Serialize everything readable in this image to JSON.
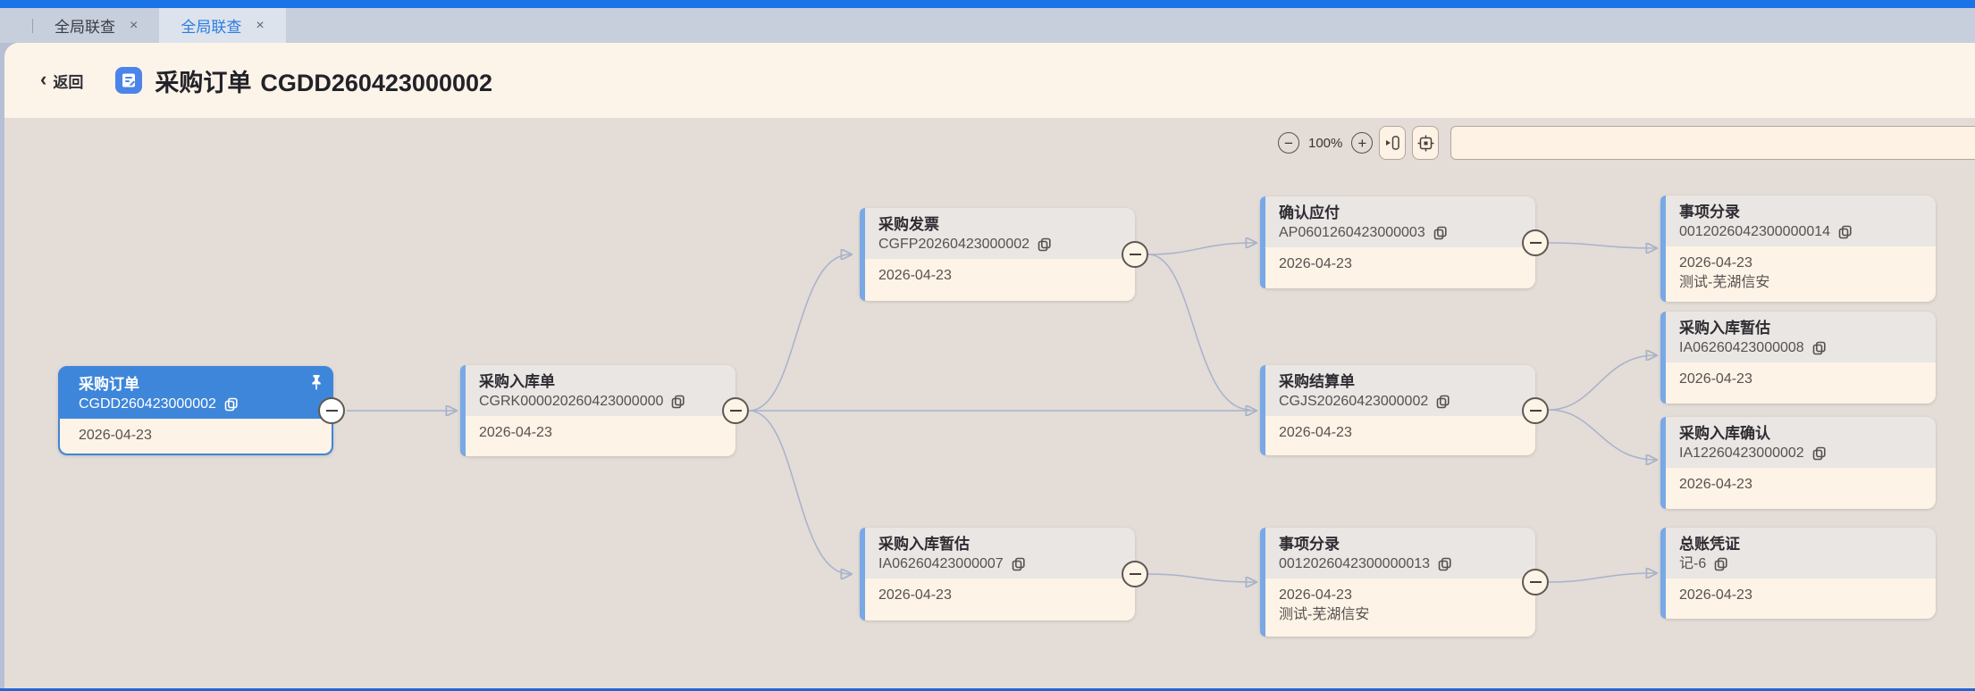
{
  "tabs": [
    {
      "label": "全局联查",
      "close": "×",
      "active": false
    },
    {
      "label": "全局联查",
      "close": "×",
      "active": true
    }
  ],
  "header": {
    "back_chevron": "‹",
    "back": "返回",
    "doc_type": "采购订单",
    "doc_number": "CGDD260423000002"
  },
  "toolbar": {
    "zoom_out": "−",
    "zoom_level": "100%",
    "zoom_in": "+",
    "search_value": ""
  },
  "colors": {
    "accent_blue": "#3e86da",
    "top_bar": "#1a74e8",
    "canvas_bg": "#e3dcd7",
    "node_body": "#fdf3e6",
    "node_header": "#e9e6e3",
    "edge": "#a8b2ca"
  },
  "nodes": [
    {
      "title": "采购订单",
      "number": "CGDD260423000002",
      "date": "2026-04-23",
      "pinned": true
    },
    {
      "title": "采购入库单",
      "number": "CGRK000020260423000000",
      "date": "2026-04-23"
    },
    {
      "title": "采购发票",
      "number": "CGFP20260423000002",
      "date": "2026-04-23"
    },
    {
      "title": "确认应付",
      "number": "AP0601260423000003",
      "date": "2026-04-23"
    },
    {
      "title": "事项分录",
      "number": "0012026042300000014",
      "date": "2026-04-23",
      "extra": "测试-芜湖信安"
    },
    {
      "title": "采购结算单",
      "number": "CGJS20260423000002",
      "date": "2026-04-23"
    },
    {
      "title": "采购入库暂估",
      "number": "IA06260423000008",
      "date": "2026-04-23"
    },
    {
      "title": "采购入库确认",
      "number": "IA12260423000002",
      "date": "2026-04-23"
    },
    {
      "title": "采购入库暂估",
      "number": "IA06260423000007",
      "date": "2026-04-23"
    },
    {
      "title": "事项分录",
      "number": "0012026042300000013",
      "date": "2026-04-23",
      "extra": "测试-芜湖信安"
    },
    {
      "title": "总账凭证",
      "number": "记-6",
      "date": "2026-04-23"
    }
  ],
  "connections": [
    {
      "from": 0,
      "to": 1
    },
    {
      "from": 1,
      "to": 2
    },
    {
      "from": 1,
      "to": 5
    },
    {
      "from": 1,
      "to": 8
    },
    {
      "from": 2,
      "to": 3
    },
    {
      "from": 2,
      "to": 5
    },
    {
      "from": 3,
      "to": 4
    },
    {
      "from": 5,
      "to": 6
    },
    {
      "from": 5,
      "to": 7
    },
    {
      "from": 8,
      "to": 9
    },
    {
      "from": 9,
      "to": 10
    }
  ]
}
